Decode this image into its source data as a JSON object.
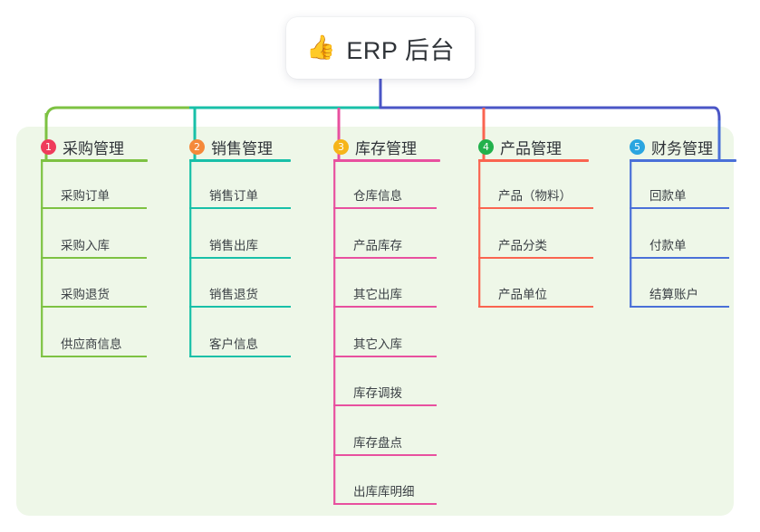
{
  "diagram": {
    "type": "tree-mindmap",
    "root": {
      "icon": "thumbs-up-icon",
      "emoji": "👍",
      "label": "ERP 后台"
    },
    "panel_color": "#eef7e8",
    "root_stem_color": "#4a55c6",
    "bus": [
      {
        "from": "left",
        "color": "#7dc242"
      },
      {
        "from": "mid",
        "color": "#18c0a8"
      },
      {
        "from": "right",
        "color": "#4a55c6"
      }
    ],
    "branches": [
      {
        "index": "1",
        "label": "采购管理",
        "badge_color": "#ef3b5b",
        "line_color": "#7dc242",
        "children": [
          {
            "label": "采购订单"
          },
          {
            "label": "采购入库"
          },
          {
            "label": "采购退货"
          },
          {
            "label": "供应商信息"
          }
        ]
      },
      {
        "index": "2",
        "label": "销售管理",
        "badge_color": "#f5893a",
        "line_color": "#18c0a8",
        "children": [
          {
            "label": "销售订单"
          },
          {
            "label": "销售出库"
          },
          {
            "label": "销售退货"
          },
          {
            "label": "客户信息"
          }
        ]
      },
      {
        "index": "3",
        "label": "库存管理",
        "badge_color": "#f6b519",
        "line_color": "#e8509f",
        "children": [
          {
            "label": "仓库信息"
          },
          {
            "label": "产品库存"
          },
          {
            "label": "其它出库"
          },
          {
            "label": "其它入库"
          },
          {
            "label": "库存调拨"
          },
          {
            "label": "库存盘点"
          },
          {
            "label": "出库库明细"
          }
        ]
      },
      {
        "index": "4",
        "label": "产品管理",
        "badge_color": "#22b14c",
        "line_color": "#fa6450",
        "children": [
          {
            "label": "产品（物料）"
          },
          {
            "label": "产品分类"
          },
          {
            "label": "产品单位"
          }
        ]
      },
      {
        "index": "5",
        "label": "财务管理",
        "badge_color": "#2aa5e0",
        "line_color": "#4a70d8",
        "children": [
          {
            "label": "回款单"
          },
          {
            "label": "付款单"
          },
          {
            "label": "结算账户"
          }
        ]
      }
    ]
  }
}
